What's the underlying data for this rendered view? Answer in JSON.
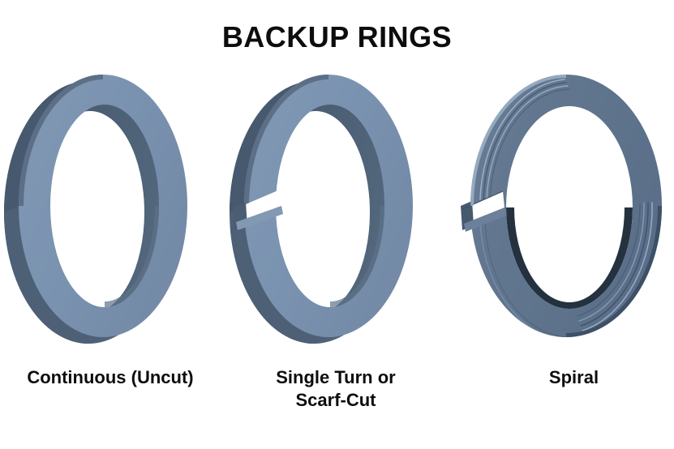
{
  "title": "BACKUP RINGS",
  "background_color": "#ffffff",
  "text_color": "#0d0d0d",
  "palette": {
    "ring_face": "#7A93B0",
    "ring_face_light": "#8299B4",
    "ring_edge_dark": "#4D6076",
    "ring_edge_darker": "#3E5066",
    "spiral_body": "#5F7490",
    "spiral_body_dark": "#4A5D77",
    "spiral_highlight": "#8FA6C0",
    "spiral_shadow": "#24313F"
  },
  "figures": [
    {
      "id": "continuous",
      "name": "continuous-ring",
      "caption_line1": "Continuous (Uncut)",
      "caption_line2": "",
      "description": "Solid one-piece ring shown in 3D perspective, no gap"
    },
    {
      "id": "scarf",
      "name": "scarf-cut-ring",
      "caption_line1": "Single Turn or",
      "caption_line2": "Scarf-Cut",
      "description": "Ring with a single diagonal scarf cut on the left side"
    },
    {
      "id": "spiral",
      "name": "spiral-ring",
      "caption_line1": "Spiral",
      "caption_line2": "",
      "description": "Multi-turn spiral wound ring viewed edge on with helical layer lines"
    }
  ]
}
